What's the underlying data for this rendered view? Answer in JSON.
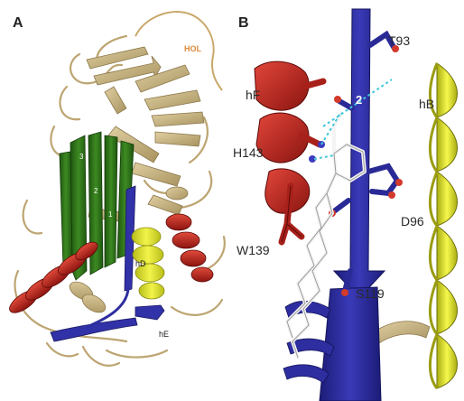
{
  "panel_a": {
    "letter": "A",
    "loop_label": "HOL",
    "strand_labels": [
      "3",
      "2",
      "1"
    ],
    "helix_label_1": "hD",
    "helix_label_2": "hE"
  },
  "panel_b": {
    "letter": "B",
    "helix_label_f": "hF",
    "helix_label_b": "hB",
    "strand_number": "2",
    "residues": {
      "t93": "T93",
      "h143": "H143",
      "d96": "D96",
      "w139": "W139",
      "s119": "S119"
    }
  },
  "colors": {
    "background": "#ffffff",
    "scaffold_tan": "#c8b385",
    "sheet_green": "#2d6b18",
    "helix_red": "#b8201c",
    "helix_yellow": "#dde02a",
    "strand_blue": "#2e2ea0",
    "ligand_white": "#f0f0f0",
    "hbond_cyan": "#40c8d8",
    "label_orange": "#e08a3a"
  }
}
